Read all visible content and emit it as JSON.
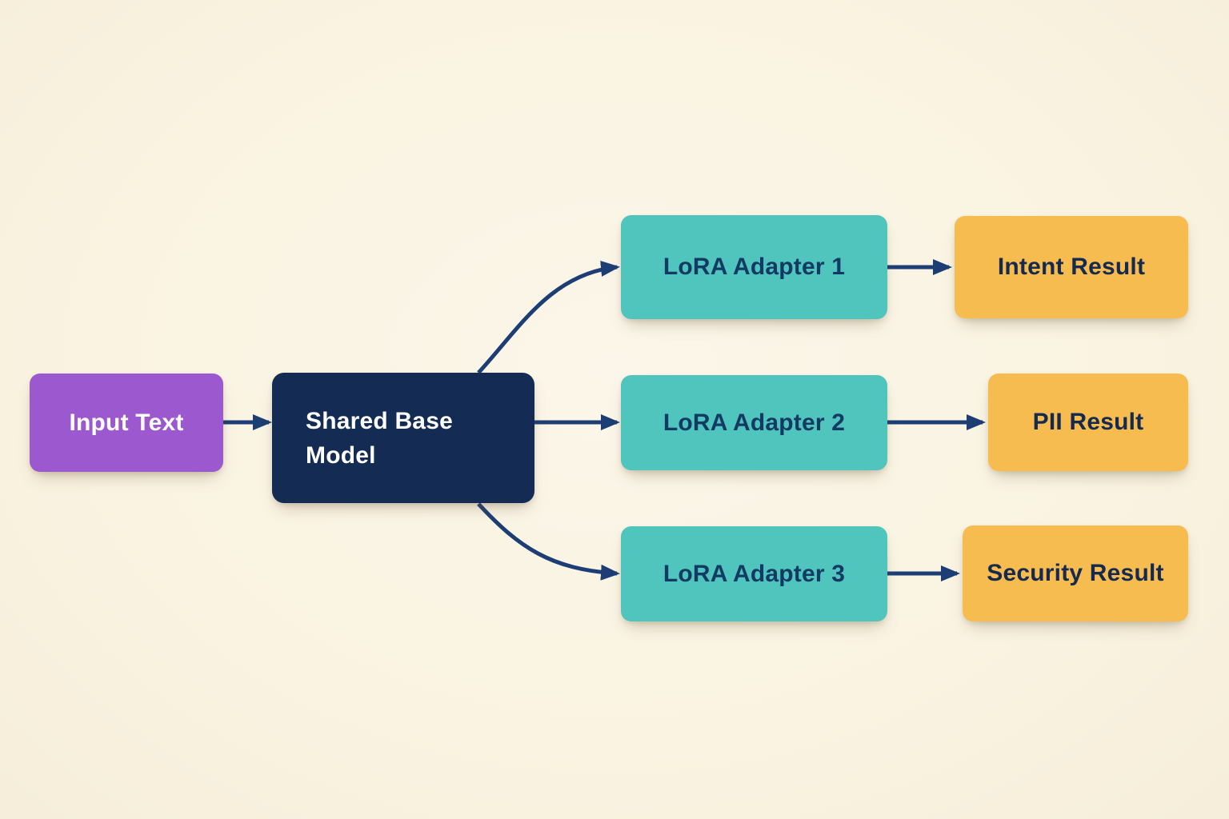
{
  "diagram": {
    "background_color": "#FAF3E2",
    "arrow_color": "#1D3E75",
    "nodes": {
      "input_text": {
        "label": "Input Text",
        "color": "#9C59CF",
        "text_color": "#FFFFFF"
      },
      "shared_base_model": {
        "label": "Shared Base Model",
        "color": "#142C54",
        "text_color": "#FFFFFF"
      },
      "lora_adapter_1": {
        "label": "LoRA Adapter 1",
        "color": "#4FC5BE",
        "text_color": "#133A62"
      },
      "lora_adapter_2": {
        "label": "LoRA Adapter 2",
        "color": "#4FC5BE",
        "text_color": "#133A62"
      },
      "lora_adapter_3": {
        "label": "LoRA Adapter 3",
        "color": "#4FC5BE",
        "text_color": "#133A62"
      },
      "intent_result": {
        "label": "Intent Result",
        "color": "#F7BC4F",
        "text_color": "#16294E"
      },
      "pii_result": {
        "label": "PII Result",
        "color": "#F7BC4F",
        "text_color": "#16294E"
      },
      "security_result": {
        "label": "Security Result",
        "color": "#F7BC4F",
        "text_color": "#16294E"
      }
    },
    "edges": [
      {
        "from": "input_text",
        "to": "shared_base_model"
      },
      {
        "from": "shared_base_model",
        "to": "lora_adapter_1"
      },
      {
        "from": "shared_base_model",
        "to": "lora_adapter_2"
      },
      {
        "from": "shared_base_model",
        "to": "lora_adapter_3"
      },
      {
        "from": "lora_adapter_1",
        "to": "intent_result"
      },
      {
        "from": "lora_adapter_2",
        "to": "pii_result"
      },
      {
        "from": "lora_adapter_3",
        "to": "security_result"
      }
    ]
  }
}
